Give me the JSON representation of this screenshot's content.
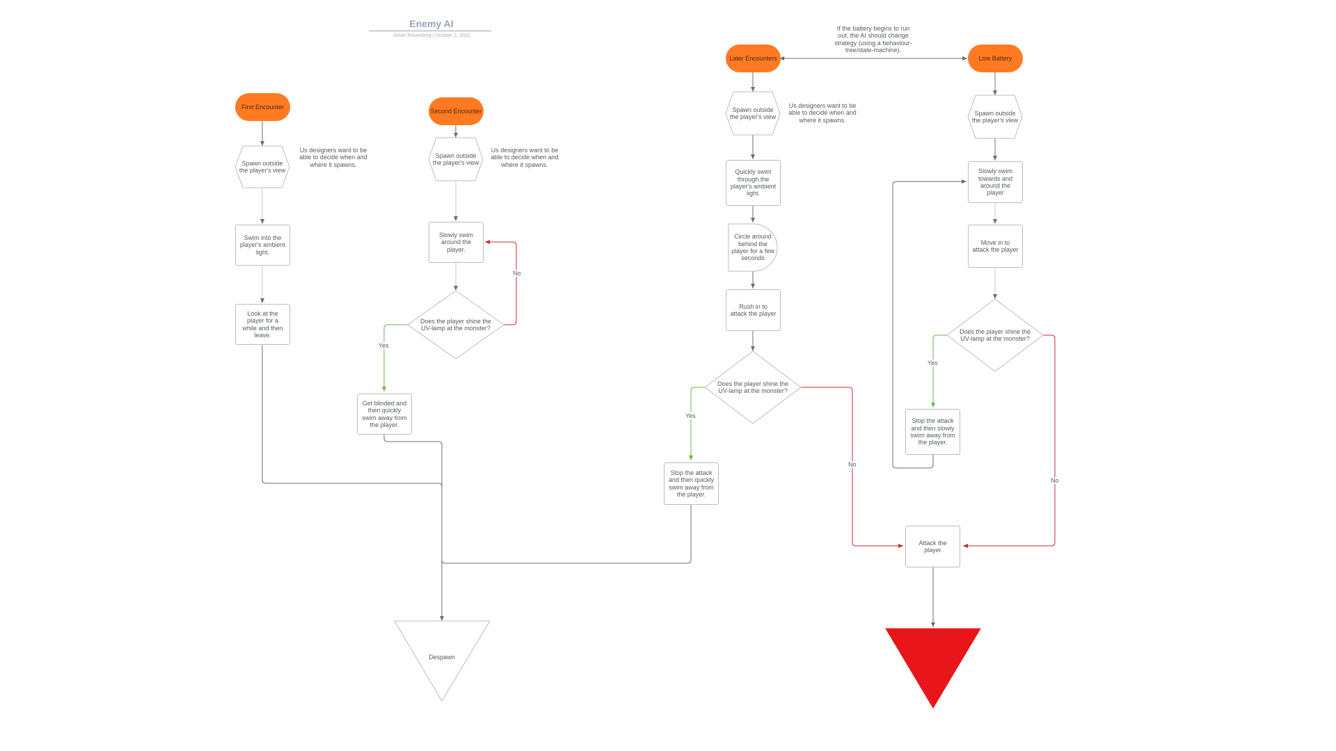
{
  "header": {
    "title": "Enemy AI",
    "subtitle": "Johan Rosenberg  |  October 2, 2022"
  },
  "colors": {
    "start": "#ff7a21",
    "end_red": "#e8161b",
    "yes_edge": "#6cb64b",
    "no_edge": "#d0262f",
    "edge": "#6e6e6e",
    "border": "#b8bcc2"
  },
  "notes": {
    "battery": "If the battery begins to run out, the AI should change strategy (using a behaviour-tree/state-machine).",
    "spawn1": "Us designers want to be able to decide when and where it spawns.",
    "spawn2": "Us designers want to be able to decide when and where it spawns.",
    "spawn3": "Us designers want to be able to decide when and where it spawns."
  },
  "nodes": {
    "first_encounter": "First Encounter",
    "first_spawn": "Spawn outside the player's view",
    "first_swim": "Swim into the player's ambient light.",
    "first_look": "Look at the player for a while and then leave.",
    "second_encounter": "Second Encounter",
    "second_spawn": "Spawn outside the player's view",
    "second_swim": "Slowly swim around the player.",
    "second_decision": "Does the player shine the UV-lamp at the monster?",
    "second_blinded": "Get blinded and then quickly swim away from the player.",
    "later_encounters": "Later Encounters",
    "later_spawn": "Spawn outside the player's view",
    "later_swim": "Quickly swim through the player's ambient light.",
    "later_circle": "Circle around behind the player for a few seconds",
    "later_rush": "Rush in to attack the player",
    "later_decision": "Does the player shine the UV-lamp at the monster?",
    "later_stop": "Stop the attack and then quickly swim away from the player.",
    "low_battery": "Low Battery",
    "battery_spawn": "Spawn outside the player's view",
    "battery_swim": "Slowly swim towards and around the player",
    "battery_move": "Move in to attack the player",
    "battery_decision": "Does the player shine the UV-lamp at the monster?",
    "battery_stop": "Stop the attack and then slowly swim away from the player.",
    "attack": "Attack the player",
    "despawn": "Despawn"
  },
  "edge_labels": {
    "second_no": "No",
    "second_yes": "Yes",
    "later_yes": "Yes",
    "later_no": "No",
    "battery_yes": "Yes",
    "battery_no": "No"
  }
}
